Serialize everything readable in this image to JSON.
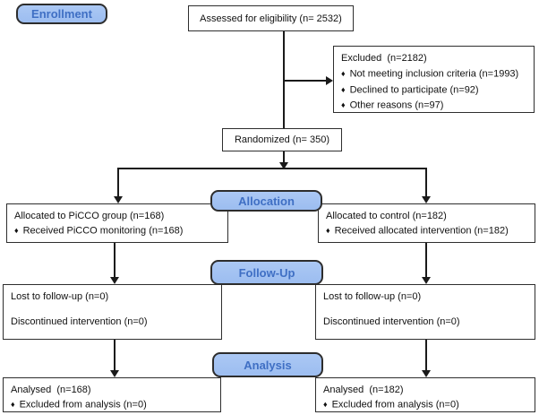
{
  "diagram": {
    "bullet": "♦",
    "badges": {
      "enrollment": "Enrollment",
      "allocation": "Allocation",
      "followup": "Follow-Up",
      "analysis": "Analysis"
    },
    "nodes": {
      "assessed": {
        "label": "Assessed for eligibility (n= 2532)"
      },
      "excluded": {
        "title": "Excluded  (n=2182)",
        "bullets": [
          "Not meeting inclusion criteria (n=1993)",
          "Declined to participate (n=92)",
          "Other reasons (n=97)"
        ]
      },
      "randomized": {
        "label": "Randomized (n= 350)"
      },
      "alloc_left": {
        "line1": "Allocated to PiCCO group (n=168)",
        "bullet": "Received PiCCO monitoring (n=168)"
      },
      "alloc_right": {
        "line1": "Allocated to control (n=182)",
        "bullet": "Received allocated intervention (n=182)"
      },
      "followup_left": {
        "line1": "Lost to follow-up (n=0)",
        "line2": "Discontinued intervention (n=0)"
      },
      "followup_right": {
        "line1": "Lost to follow-up (n=0)",
        "line2": "Discontinued intervention (n=0)"
      },
      "analysis_left": {
        "line1": "Analysed  (n=168)",
        "bullet": "Excluded from analysis (n=0)"
      },
      "analysis_right": {
        "line1": "Analysed  (n=182)",
        "bullet": "Excluded from analysis (n=0)"
      }
    },
    "colors": {
      "badge_fill": "#abc8f4",
      "badge_fill_bottom": "#9cbdf0",
      "badge_text": "#3f6fc4",
      "badge_border": "#2d2d2d",
      "box_border": "#2e2e2e",
      "line": "#1a1a1a",
      "background": "#ffffff"
    }
  }
}
